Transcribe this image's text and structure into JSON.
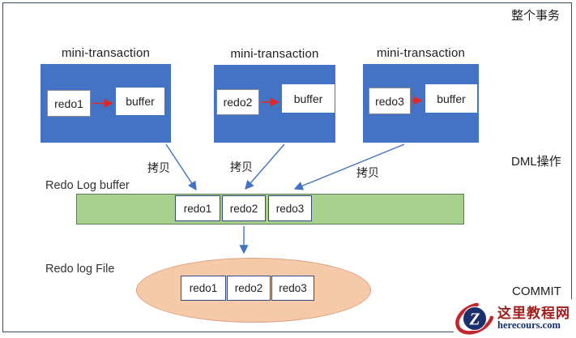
{
  "diagram": {
    "whole_transaction_label": "整个事务",
    "dml_label": "DML操作",
    "commit_label": "COMMIT",
    "mini_transactions": [
      {
        "title": "mini-transaction",
        "redo_label": "redo1",
        "buffer_label": "buffer"
      },
      {
        "title": "mini-transaction",
        "redo_label": "redo2",
        "buffer_label": "buffer"
      },
      {
        "title": "mini-transaction",
        "redo_label": "redo3",
        "buffer_label": "buffer"
      }
    ],
    "copy_labels": [
      "拷贝",
      "拷贝",
      "拷贝"
    ],
    "redo_log_buffer": {
      "label": "Redo Log buffer",
      "slots": [
        "redo1",
        "redo2",
        "redo3"
      ]
    },
    "redo_log_file": {
      "label": "Redo log File",
      "slots": [
        "redo1",
        "redo2",
        "redo3"
      ]
    }
  },
  "watermark": {
    "site_name": "这里教程网",
    "site_url": "herecours.com",
    "logo_letter": "Z"
  },
  "colors": {
    "mini_transaction_fill": "#4472C4",
    "log_buffer_fill": "#A9D18E",
    "log_file_fill": "#F6C9A9",
    "copy_arrow_blue": "#4472C4",
    "redo_arrow_red": "#E32726",
    "frame_border": "#3A4A66",
    "logo_red": "#C1272D",
    "logo_navy": "#1A2F6E"
  }
}
